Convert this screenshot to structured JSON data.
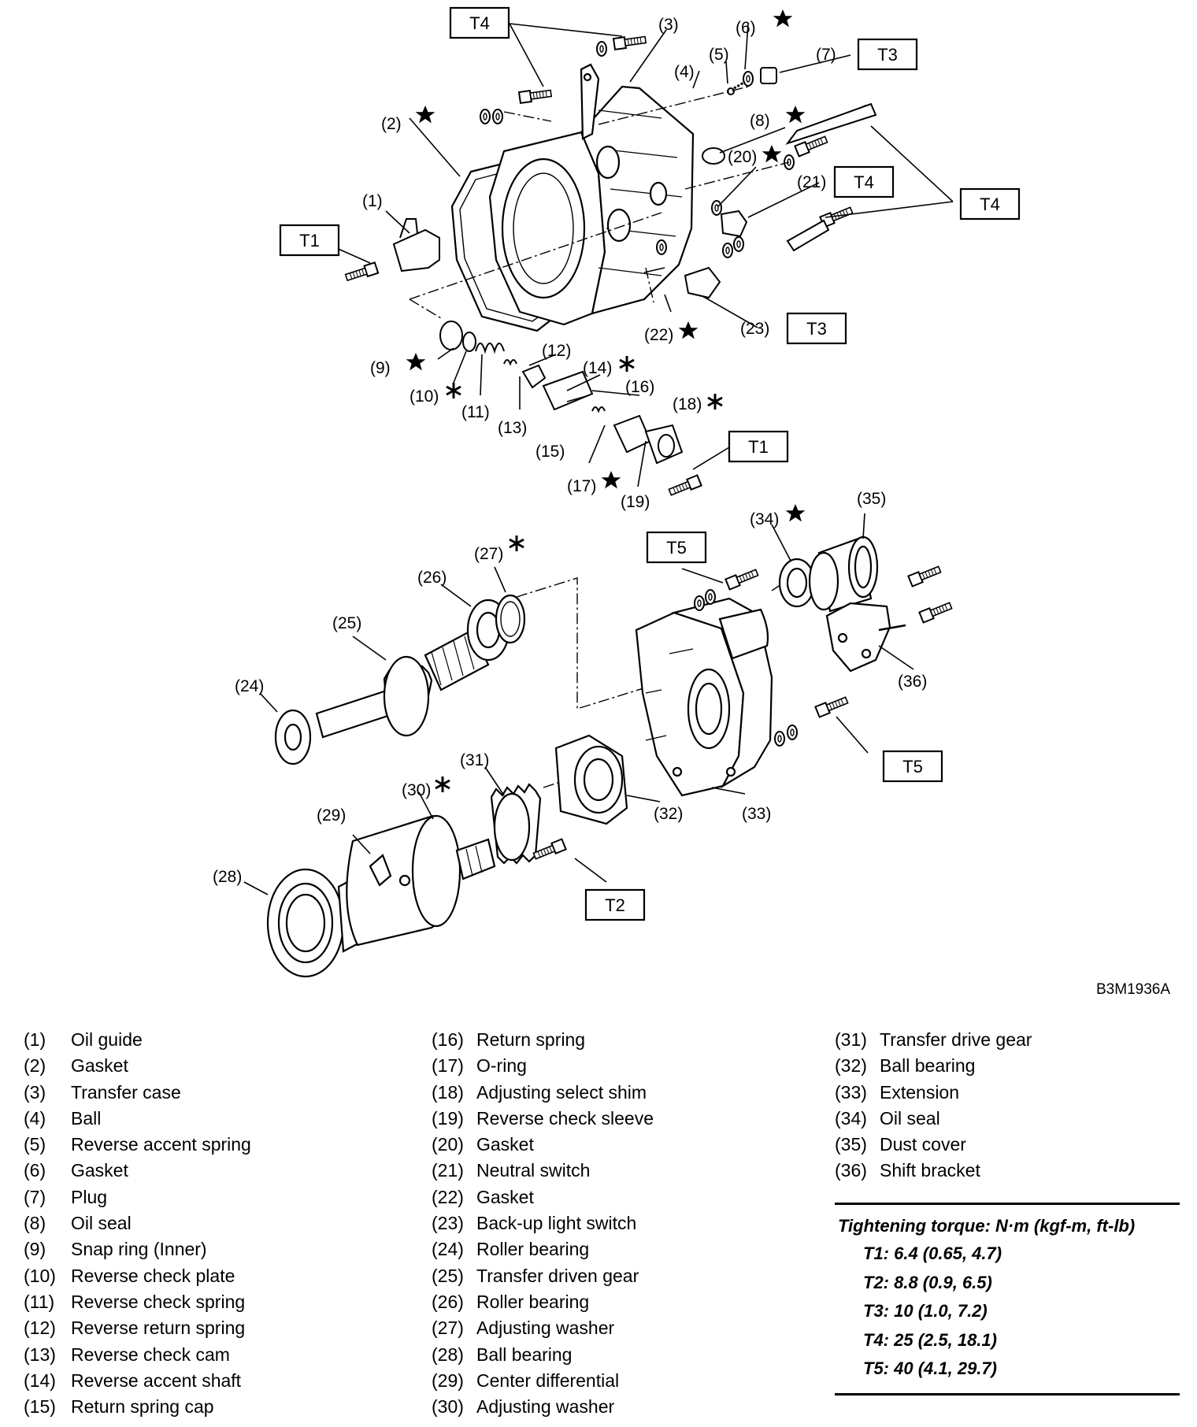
{
  "diagram": {
    "image_code": "B3M1936A",
    "callouts": [
      {
        "id": "c1",
        "text": "(1)"
      },
      {
        "id": "c2",
        "text": "(2)"
      },
      {
        "id": "c3",
        "text": "(3)"
      },
      {
        "id": "c4",
        "text": "(4)"
      },
      {
        "id": "c5",
        "text": "(5)"
      },
      {
        "id": "c6",
        "text": "(6)"
      },
      {
        "id": "c7",
        "text": "(7)"
      },
      {
        "id": "c8",
        "text": "(8)"
      },
      {
        "id": "c9",
        "text": "(9)"
      },
      {
        "id": "c10",
        "text": "(10)"
      },
      {
        "id": "c11",
        "text": "(11)"
      },
      {
        "id": "c12",
        "text": "(12)"
      },
      {
        "id": "c13",
        "text": "(13)"
      },
      {
        "id": "c14",
        "text": "(14)"
      },
      {
        "id": "c15",
        "text": "(15)"
      },
      {
        "id": "c16",
        "text": "(16)"
      },
      {
        "id": "c17",
        "text": "(17)"
      },
      {
        "id": "c18",
        "text": "(18)"
      },
      {
        "id": "c19",
        "text": "(19)"
      },
      {
        "id": "c20",
        "text": "(20)"
      },
      {
        "id": "c21",
        "text": "(21)"
      },
      {
        "id": "c22",
        "text": "(22)"
      },
      {
        "id": "c23",
        "text": "(23)"
      },
      {
        "id": "c24",
        "text": "(24)"
      },
      {
        "id": "c25",
        "text": "(25)"
      },
      {
        "id": "c26",
        "text": "(26)"
      },
      {
        "id": "c27",
        "text": "(27)"
      },
      {
        "id": "c28",
        "text": "(28)"
      },
      {
        "id": "c29",
        "text": "(29)"
      },
      {
        "id": "c30",
        "text": "(30)"
      },
      {
        "id": "c31",
        "text": "(31)"
      },
      {
        "id": "c32",
        "text": "(32)"
      },
      {
        "id": "c33",
        "text": "(33)"
      },
      {
        "id": "c34",
        "text": "(34)"
      },
      {
        "id": "c35",
        "text": "(35)"
      },
      {
        "id": "c36",
        "text": "(36)"
      }
    ],
    "torque_boxes": [
      {
        "id": "b1",
        "text": "T4"
      },
      {
        "id": "b2",
        "text": "T3"
      },
      {
        "id": "b3",
        "text": "T4"
      },
      {
        "id": "b4",
        "text": "T4"
      },
      {
        "id": "b5",
        "text": "T1"
      },
      {
        "id": "b6",
        "text": "T3"
      },
      {
        "id": "b7",
        "text": "T1"
      },
      {
        "id": "b8",
        "text": "T5"
      },
      {
        "id": "b9",
        "text": "T5"
      },
      {
        "id": "b10",
        "text": "T2"
      }
    ]
  },
  "legend": {
    "col1": [
      {
        "num": "(1)",
        "name": "Oil guide"
      },
      {
        "num": "(2)",
        "name": "Gasket"
      },
      {
        "num": "(3)",
        "name": "Transfer case"
      },
      {
        "num": "(4)",
        "name": "Ball"
      },
      {
        "num": "(5)",
        "name": "Reverse accent spring"
      },
      {
        "num": "(6)",
        "name": "Gasket"
      },
      {
        "num": "(7)",
        "name": "Plug"
      },
      {
        "num": "(8)",
        "name": "Oil seal"
      },
      {
        "num": "(9)",
        "name": "Snap ring (Inner)"
      },
      {
        "num": "(10)",
        "name": "Reverse check plate"
      },
      {
        "num": "(11)",
        "name": "Reverse check spring"
      },
      {
        "num": "(12)",
        "name": "Reverse return spring"
      },
      {
        "num": "(13)",
        "name": "Reverse check cam"
      },
      {
        "num": "(14)",
        "name": "Reverse accent shaft"
      },
      {
        "num": "(15)",
        "name": "Return spring cap"
      }
    ],
    "col2": [
      {
        "num": "(16)",
        "name": "Return spring"
      },
      {
        "num": "(17)",
        "name": "O-ring"
      },
      {
        "num": "(18)",
        "name": "Adjusting select shim"
      },
      {
        "num": "(19)",
        "name": "Reverse check sleeve"
      },
      {
        "num": "(20)",
        "name": "Gasket"
      },
      {
        "num": "(21)",
        "name": "Neutral switch"
      },
      {
        "num": "(22)",
        "name": "Gasket"
      },
      {
        "num": "(23)",
        "name": "Back-up light switch"
      },
      {
        "num": "(24)",
        "name": "Roller bearing"
      },
      {
        "num": "(25)",
        "name": "Transfer driven gear"
      },
      {
        "num": "(26)",
        "name": "Roller bearing"
      },
      {
        "num": "(27)",
        "name": "Adjusting washer"
      },
      {
        "num": "(28)",
        "name": "Ball bearing"
      },
      {
        "num": "(29)",
        "name": "Center differential"
      },
      {
        "num": "(30)",
        "name": "Adjusting washer"
      }
    ],
    "col3": [
      {
        "num": "(31)",
        "name": "Transfer drive gear"
      },
      {
        "num": "(32)",
        "name": "Ball bearing"
      },
      {
        "num": "(33)",
        "name": "Extension"
      },
      {
        "num": "(34)",
        "name": "Oil seal"
      },
      {
        "num": "(35)",
        "name": "Dust cover"
      },
      {
        "num": "(36)",
        "name": "Shift bracket"
      }
    ]
  },
  "torque": {
    "heading": "Tightening torque: N·m (kgf-m, ft-lb)",
    "values": [
      "T1: 6.4 (0.65, 4.7)",
      "T2: 8.8 (0.9, 6.5)",
      "T3: 10 (1.0, 7.2)",
      "T4: 25 (2.5, 18.1)",
      "T5: 40 (4.1, 29.7)"
    ]
  }
}
